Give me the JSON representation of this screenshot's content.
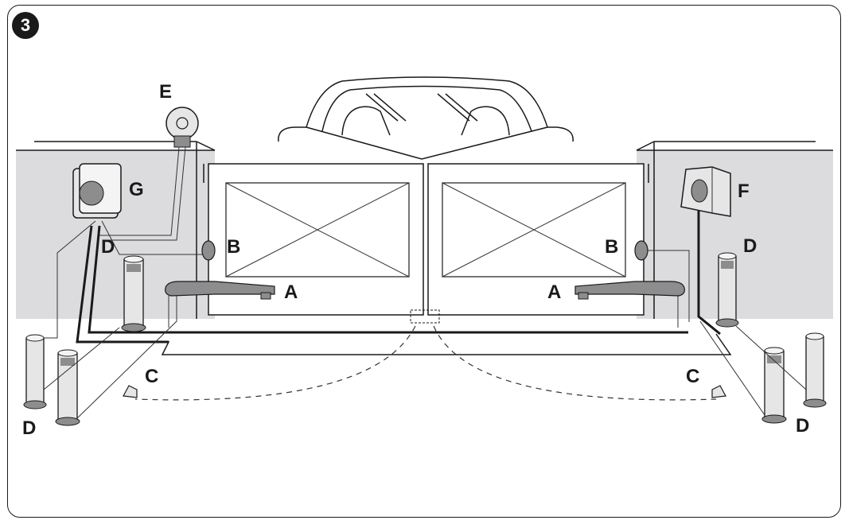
{
  "figure_number": "3",
  "labels": {
    "A": "A",
    "B": "B",
    "C": "C",
    "D": "D",
    "E": "E",
    "F": "F",
    "G": "G"
  },
  "colors": {
    "wall": "#dcdcde",
    "ink": "#1a1a1a",
    "device_grey": "#8d8d8d"
  },
  "icons": [
    "car-icon",
    "flashing-light-icon",
    "control-unit-icon",
    "key-selector-icon",
    "photocell-icon",
    "post-icon",
    "gate-stop-icon",
    "gear-motor-icon"
  ]
}
